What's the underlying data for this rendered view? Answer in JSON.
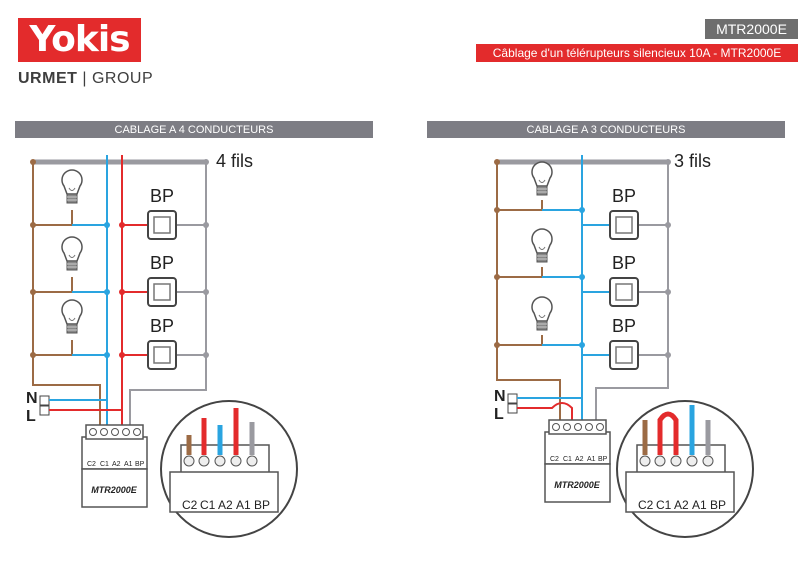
{
  "header": {
    "brand": "Yokis",
    "group_left": "URMET",
    "group_right": "GROUP",
    "model": "MTR2000E",
    "subtitle": "Câblage d'un télérupteurs silencieux 10A - MTR2000E"
  },
  "left_panel": {
    "title": "CABLAGE A 4 CONDUCTEURS",
    "wires_label": "4 fils",
    "bp_label": "BP",
    "n_label": "N",
    "l_label": "L",
    "device_name": "MTR2000E",
    "terminals": [
      "C2",
      "C1",
      "A2",
      "A1",
      "BP"
    ]
  },
  "right_panel": {
    "title": "CABLAGE A 3 CONDUCTEURS",
    "wires_label": "3 fils",
    "bp_label": "BP",
    "n_label": "N",
    "l_label": "L",
    "device_name": "MTR2000E",
    "terminals": [
      "C2",
      "C1",
      "A2",
      "A1",
      "BP"
    ]
  },
  "colors": {
    "brand_red": "#e32b2c",
    "brown": "#9c6b45",
    "blue": "#2aa4e0",
    "red": "#e32b2c",
    "grey": "#9a9aa0",
    "bar_grey": "#7d7d84"
  }
}
